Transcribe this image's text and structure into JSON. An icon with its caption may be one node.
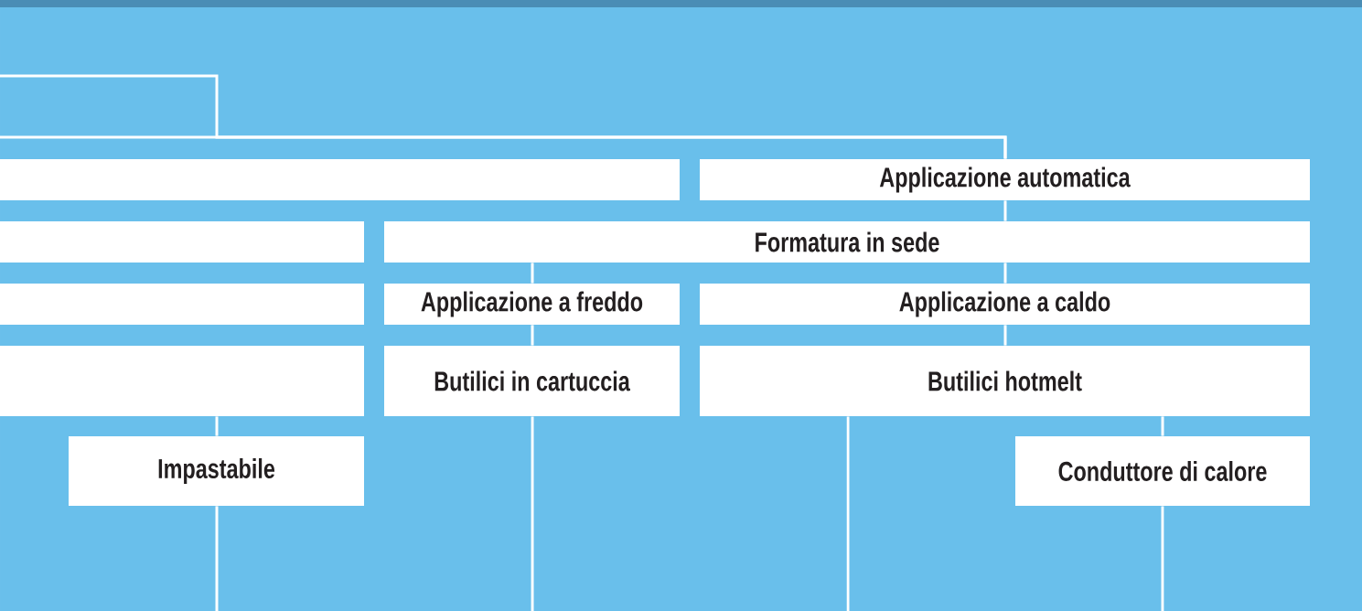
{
  "diagram": {
    "nodes": [
      {
        "text": [],
        "shape": "box"
      },
      {
        "text": [
          "Applicazione automatica"
        ]
      },
      {
        "text": [],
        "shape": "box"
      },
      {
        "text": [
          "Formatura in sede"
        ]
      },
      {
        "text": [],
        "shape": "box"
      },
      {
        "text": [
          "Applicazione a freddo"
        ]
      },
      {
        "text": [
          "Applicazione a caldo"
        ]
      },
      {
        "text": [],
        "shape": "box"
      },
      {
        "text": [
          "Butilici in cartuccia"
        ]
      },
      {
        "text": [
          "Butilici hotmelt"
        ]
      },
      {
        "text": [
          "Impastabile"
        ]
      },
      {
        "text": [
          "Conduttore di calore"
        ]
      }
    ],
    "edges": [
      {
        "from": null,
        "to": 1,
        "arrow": "none"
      },
      {
        "from": null,
        "to": 1,
        "arrow": "none"
      },
      {
        "from": 1,
        "to": 3,
        "arrow": "none"
      },
      {
        "from": 3,
        "to": 6,
        "arrow": "none"
      },
      {
        "from": 6,
        "to": 9,
        "arrow": "none"
      },
      {
        "from": 3,
        "to": 5,
        "arrow": "none"
      },
      {
        "from": 5,
        "to": 8,
        "arrow": "none"
      },
      {
        "from": 8,
        "to": null,
        "arrow": "none"
      },
      {
        "from": 7,
        "to": 10,
        "arrow": "none"
      },
      {
        "from": 10,
        "to": null,
        "arrow": "none"
      },
      {
        "from": 9,
        "to": null,
        "arrow": "none"
      },
      {
        "from": 9,
        "to": 11,
        "arrow": "none"
      },
      {
        "from": 11,
        "to": null,
        "arrow": "none"
      }
    ]
  }
}
